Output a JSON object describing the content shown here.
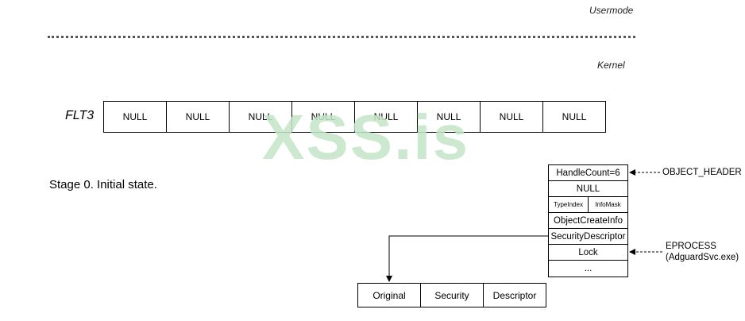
{
  "labels": {
    "usermode": "Usermode",
    "kernel": "Kernel",
    "flt_name": "FLT3",
    "stage": "Stage 0. Initial state."
  },
  "flt_cells": [
    "NULL",
    "NULL",
    "NULL",
    "NULL",
    "NULL",
    "NULL",
    "NULL",
    "NULL"
  ],
  "object_header": {
    "rows": [
      "HandleCount=6",
      "NULL"
    ],
    "split_row": [
      "TypeIndex",
      "InfoMask"
    ],
    "rows_after": [
      "ObjectCreateInfo",
      "SecurityDescriptor",
      "Lock",
      "..."
    ]
  },
  "annotations": {
    "object_header": "OBJECT_HEADER",
    "eprocess_line1": "EPROCESS",
    "eprocess_line2": "(AdguardSvc.exe)"
  },
  "security_descriptor_cells": [
    "Original",
    "Security",
    "Descriptor"
  ],
  "watermark": "XSS.is"
}
